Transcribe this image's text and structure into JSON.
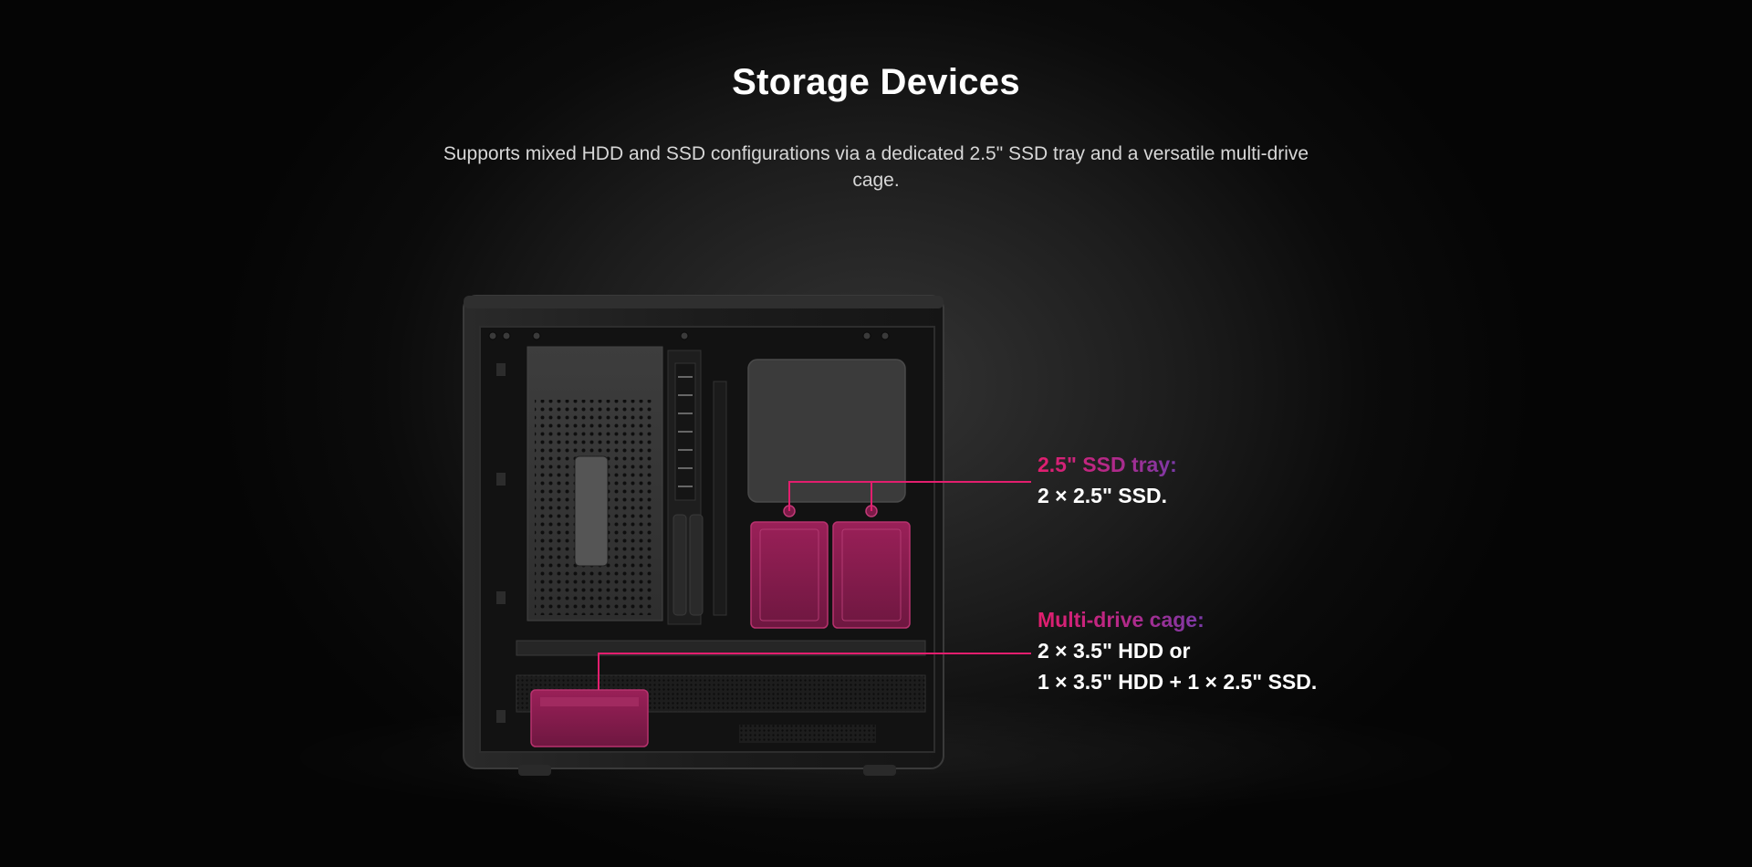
{
  "section": {
    "title": "Storage Devices",
    "subtitle": "Supports mixed HDD and SSD configurations via a dedicated 2.5\" SSD tray and a versatile multi-drive cage."
  },
  "callouts": {
    "ssd_tray": {
      "heading": "2.5\" SSD tray:",
      "lines": [
        "2 × 2.5\" SSD."
      ]
    },
    "multi_drive_cage": {
      "heading": "Multi-drive cage:",
      "lines": [
        "2 × 3.5\" HDD or",
        "1 × 3.5\" HDD + 1 × 2.5\" SSD."
      ]
    }
  },
  "colors": {
    "accent_magenta": "#e31e6e",
    "accent_purple": "#7a3aa8",
    "highlight_drive": "#8a1d4e",
    "case_body": "#1a1a1a"
  }
}
